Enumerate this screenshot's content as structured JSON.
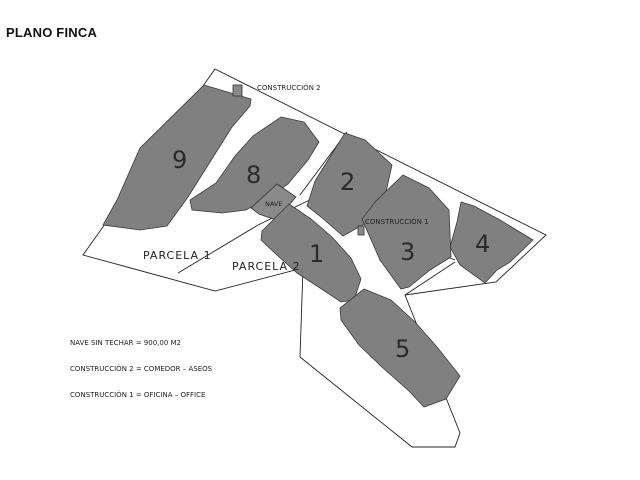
{
  "title": "PLANO FINCA",
  "lots": [
    "9",
    "8",
    "2",
    "1",
    "3",
    "4",
    "5"
  ],
  "labels": {
    "construccion_2": "CONSTRUCCIÓN 2",
    "construccion_1": "CONSTRUCCIÓN 1",
    "nave": "NAVE",
    "parcela_1": "PARCELA 1",
    "parcela_2": "PARCELA 2"
  },
  "legend": [
    "NAVE SIN TECHAR = 900,00 M2",
    "CONSTRUCCIÓN 2 = COMEDOR – ASEOS",
    "CONSTRUCCIÓN 1 = OFICINA – OFFICE"
  ],
  "colors": {
    "lot_fill": "#808080",
    "outline": "#222222",
    "background": "#ffffff"
  }
}
